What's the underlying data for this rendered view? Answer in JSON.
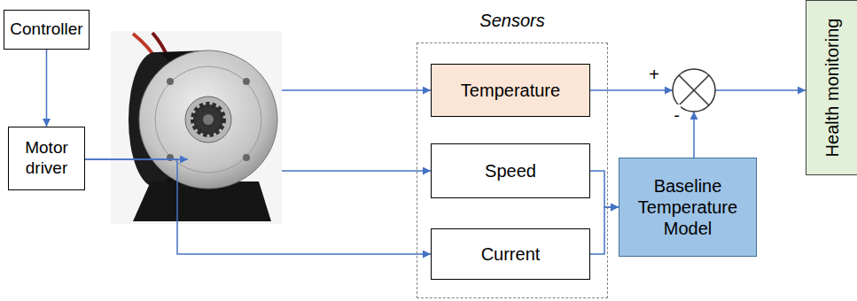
{
  "diagram": {
    "nodes": [
      {
        "text": [
          "Controller"
        ]
      },
      {
        "text": [
          "Motor driver"
        ]
      },
      {
        "text": [
          "Sensors"
        ]
      },
      {
        "text": [
          "Temperature"
        ],
        "in": 2
      },
      {
        "text": [
          "Speed"
        ],
        "in": 2
      },
      {
        "text": [
          "Current"
        ],
        "in": 2
      },
      {
        "text": []
      },
      {
        "text": [
          "Baseline Temperature Model"
        ]
      },
      {
        "text": [
          "Health monitoring"
        ]
      }
    ],
    "edges": [
      {
        "from": 0,
        "to": 1,
        "arrow": "to"
      },
      {
        "from": 1,
        "to": 5,
        "arrow": "to"
      },
      {
        "from": 4,
        "to": 7,
        "arrow": "to"
      },
      {
        "from": 5,
        "to": 7,
        "arrow": "to"
      },
      {
        "from": 3,
        "to": 6,
        "arrow": "to",
        "label": "+"
      },
      {
        "from": 7,
        "to": 6,
        "arrow": "to",
        "label": "-"
      },
      {
        "from": 6,
        "to": 8,
        "arrow": "to"
      }
    ]
  }
}
